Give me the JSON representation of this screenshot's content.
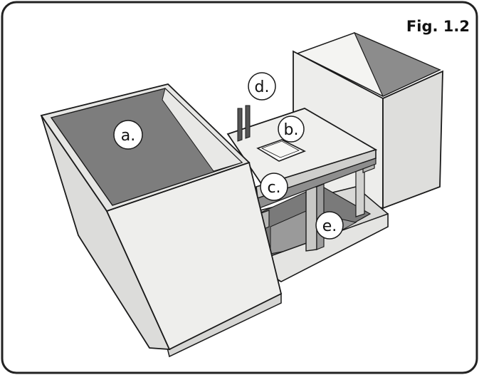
{
  "figure": {
    "label": "Fig. 1.2"
  },
  "callouts": {
    "a": "a.",
    "b": "b.",
    "c": "c.",
    "d": "d.",
    "e": "e."
  },
  "colors": {
    "frame": "#222222",
    "background": "#ffffff",
    "panel_light": "#f0f0ee",
    "panel_mid": "#dcdcda",
    "panel_dark": "#8a8a8a",
    "interior_dark": "#7a7a7a",
    "outline": "#1a1a1a"
  }
}
